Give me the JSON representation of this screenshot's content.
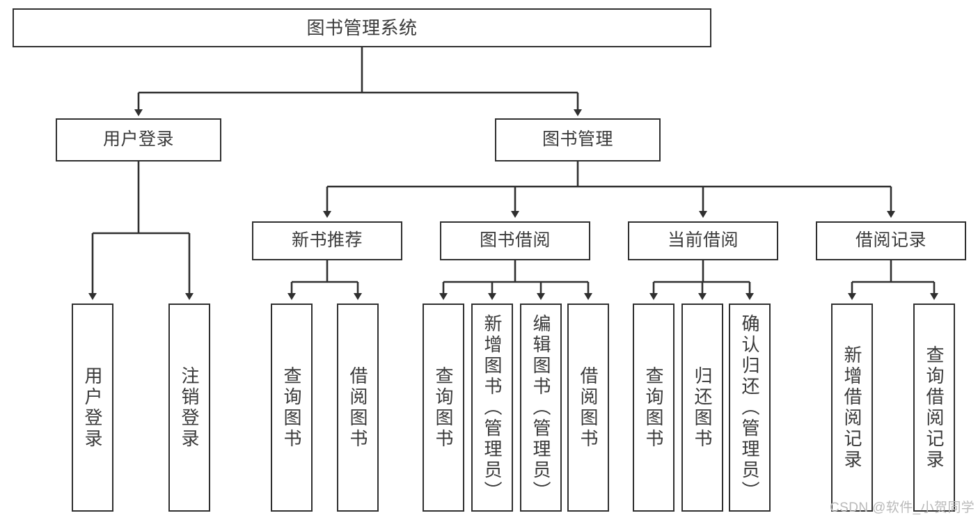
{
  "diagram": {
    "type": "tree",
    "title": "图书管理系统",
    "root": {
      "label": "图书管理系统"
    },
    "level2": [
      {
        "label": "用户登录"
      },
      {
        "label": "图书管理"
      }
    ],
    "level3": [
      {
        "label": "新书推荐"
      },
      {
        "label": "图书借阅"
      },
      {
        "label": "当前借阅"
      },
      {
        "label": "借阅记录"
      }
    ],
    "leaves": [
      {
        "label": "用户登录",
        "parent": "用户登录"
      },
      {
        "label": "注销登录",
        "parent": "用户登录"
      },
      {
        "label": "查询图书",
        "parent": "新书推荐"
      },
      {
        "label": "借阅图书",
        "parent": "新书推荐"
      },
      {
        "label": "查询图书",
        "parent": "图书借阅"
      },
      {
        "label": "新增图书（管理员）",
        "parent": "图书借阅"
      },
      {
        "label": "编辑图书（管理员）",
        "parent": "图书借阅"
      },
      {
        "label": "借阅图书",
        "parent": "图书借阅"
      },
      {
        "label": "查询图书",
        "parent": "当前借阅"
      },
      {
        "label": "归还图书",
        "parent": "当前借阅"
      },
      {
        "label": "确认归还（管理员）",
        "parent": "当前借阅"
      },
      {
        "label": "新增借阅记录",
        "parent": "借阅记录"
      },
      {
        "label": "查询借阅记录",
        "parent": "借阅记录"
      }
    ]
  },
  "watermark": {
    "text": "CSDN @软件_小贺同学"
  },
  "colors": {
    "stroke": "#2f2f2f",
    "text": "#3a3a3a",
    "background": "#ffffff",
    "watermark": "#b9b9b9"
  }
}
